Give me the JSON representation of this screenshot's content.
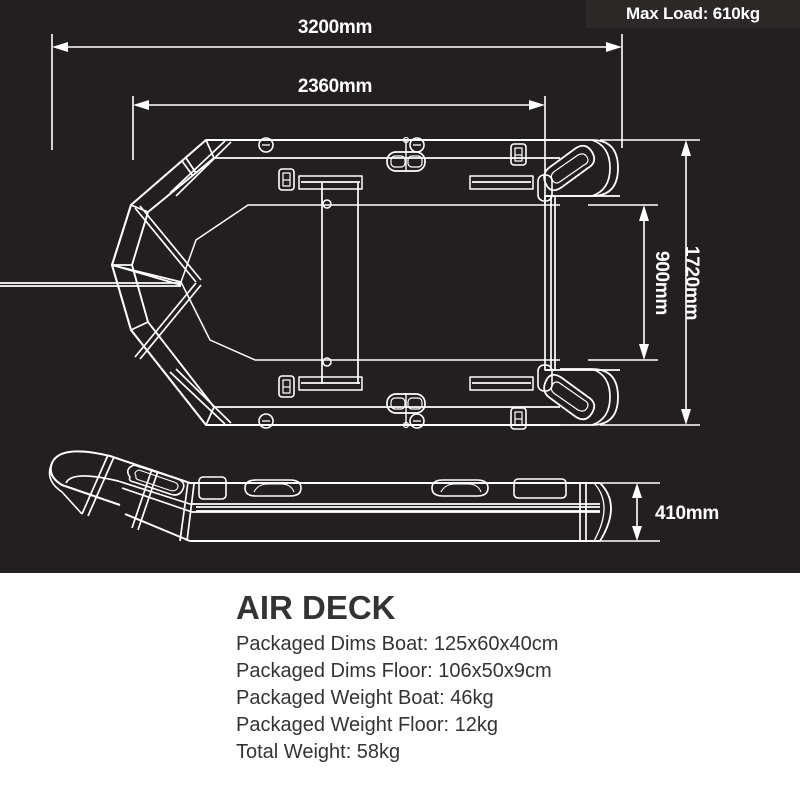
{
  "panel": {
    "background_color": "#231f20",
    "line_color": "#ffffff"
  },
  "badge": {
    "max_load_label": "Max Load: 610kg",
    "background_color": "#2c2828"
  },
  "dimensions": {
    "overall_length": "3200mm",
    "inner_length": "2360mm",
    "overall_beam": "1720mm",
    "inner_beam": "900mm",
    "tube_height": "410mm"
  },
  "product": {
    "title": "AIR DECK",
    "title_color": "#333333",
    "specs": [
      "Packaged Dims Boat: 125x60x40cm",
      "Packaged Dims Floor: 106x50x9cm",
      "Packaged Weight Boat: 46kg",
      "Packaged Weight Floor: 12kg",
      "Total Weight: 58kg"
    ]
  },
  "views": {
    "top_view_label": "top-view-plan",
    "side_view_label": "side-view-profile"
  }
}
